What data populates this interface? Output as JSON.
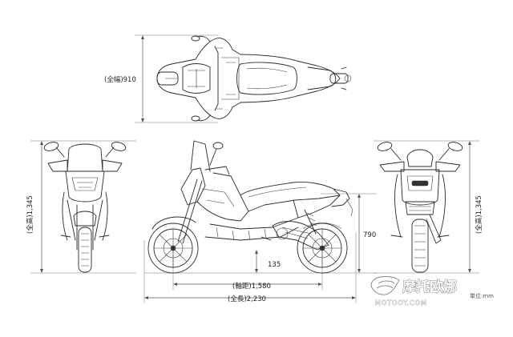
{
  "dimensions": {
    "overall_width": "(全幅)910",
    "overall_height_front": "(全高)1,345",
    "overall_height_rear": "(全高)1,345",
    "seat_height": "790",
    "ground_clearance": "135",
    "wheelbase": "(軸距)1,580",
    "overall_length": "(全長)2,230"
  },
  "unit_note": "単位:mm",
  "watermark": {
    "brand_cn": "摩托欧娜",
    "site": "MOTOOY.COM"
  },
  "views": [
    "top-view",
    "front-view",
    "side-view",
    "rear-view"
  ]
}
